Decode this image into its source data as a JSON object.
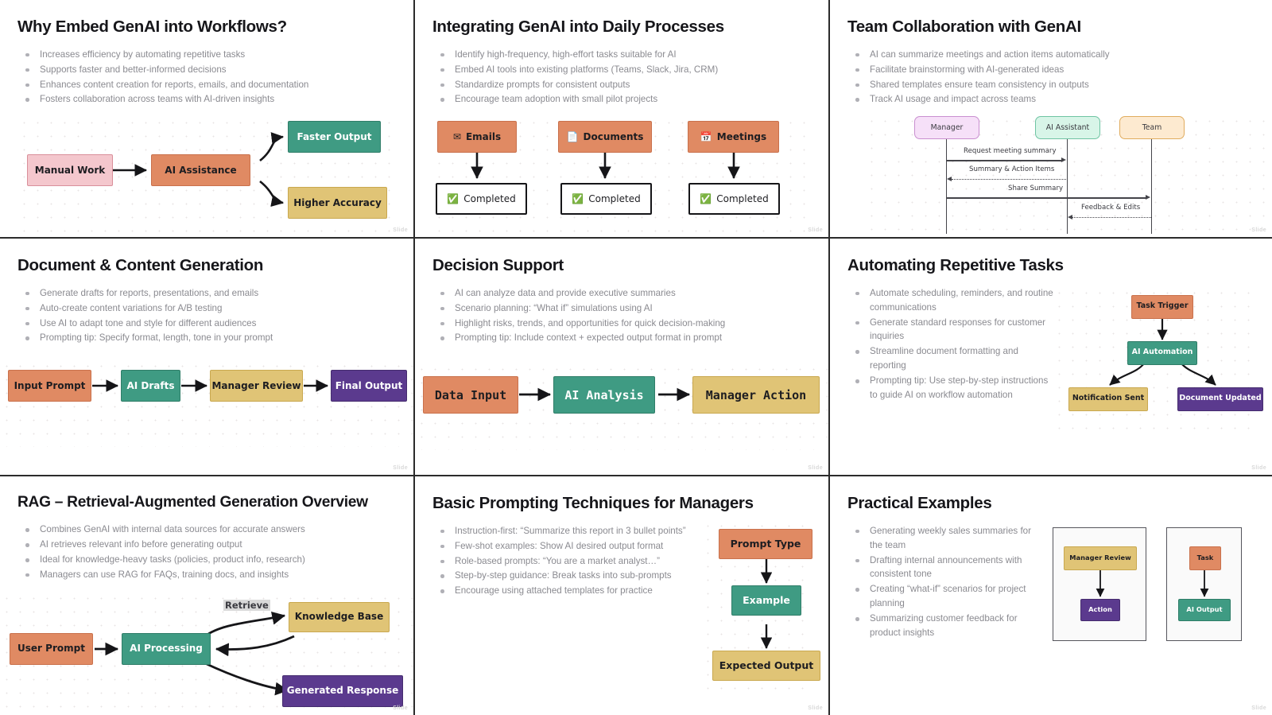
{
  "palette": {
    "orange": "#e08a63",
    "orange_border": "#c9714c",
    "teal": "#3f9b83",
    "teal_border": "#2f7d68",
    "gold": "#e0c476",
    "gold_border": "#c9a84f",
    "purple": "#5b3a8e",
    "purple_border": "#452c6e",
    "pink": "#f4c7cd",
    "pink_border": "#d98f9a",
    "lilac": "#f6e0f8",
    "lilac_border": "#c98fd0",
    "mint": "#d8f5e8",
    "mint_border": "#6fc4a3",
    "cream": "#fdead0",
    "cream_border": "#e0ac5e",
    "white": "#ffffff",
    "ink": "#1d1d21",
    "bullet_text": "#8a8a90",
    "panel_border": "#2b2b2b"
  },
  "watermark": "Slide",
  "slides": [
    {
      "id": "why-embed-genai",
      "title": "Why Embed GenAI into Workflows?",
      "bullets": [
        "Increases efficiency by automating repetitive tasks",
        "Supports faster and better-informed decisions",
        "Enhances content creation for reports, emails, and documentation",
        "Fosters collaboration across teams with AI-driven insights"
      ],
      "diagram": {
        "type": "flow",
        "nodes": [
          {
            "label": "Manual Work",
            "fill": "#f4c7cd",
            "stroke": "#d98f9a",
            "text": "#1d1d21"
          },
          {
            "label": "AI Assistance",
            "fill": "#e08a63",
            "stroke": "#c9714c",
            "text": "#1d1d21"
          },
          {
            "label": "Faster Output",
            "fill": "#3f9b83",
            "stroke": "#2f7d68",
            "text": "#ffffff"
          },
          {
            "label": "Higher Accuracy",
            "fill": "#e0c476",
            "stroke": "#c9a84f",
            "text": "#1d1d21"
          }
        ],
        "edges": [
          {
            "from": "Manual Work",
            "to": "AI Assistance"
          },
          {
            "from": "AI Assistance",
            "to": "Faster Output"
          },
          {
            "from": "AI Assistance",
            "to": "Higher Accuracy"
          }
        ]
      }
    },
    {
      "id": "integrating-genai-daily",
      "title": "Integrating GenAI into Daily Processes",
      "bullets": [
        "Identify high-frequency, high-effort tasks suitable for AI",
        "Embed AI tools into existing platforms (Teams, Slack, Jira, CRM)",
        "Standardize prompts for consistent outputs",
        "Encourage team adoption with small pilot projects"
      ],
      "diagram": {
        "type": "three-column-flow",
        "columns": [
          {
            "source_icon": "envelope-icon",
            "source_glyph": "✉",
            "source_label": "Emails",
            "target_icon": "check-box-icon",
            "target_glyph": "✅",
            "target_label": "Completed"
          },
          {
            "source_icon": "document-icon",
            "source_glyph": "📄",
            "source_label": "Documents",
            "target_icon": "check-box-icon",
            "target_glyph": "✅",
            "target_label": "Completed"
          },
          {
            "source_icon": "calendar-icon",
            "source_glyph": "📅",
            "source_label": "Meetings",
            "target_icon": "check-box-icon",
            "target_glyph": "✅",
            "target_label": "Completed"
          }
        ]
      }
    },
    {
      "id": "team-collaboration",
      "title": "Team Collaboration with GenAI",
      "bullets": [
        "AI can summarize meetings and action items automatically",
        "Facilitate brainstorming with AI-generated ideas",
        "Shared templates ensure team consistency in outputs",
        "Track AI usage and impact across teams"
      ],
      "diagram": {
        "type": "sequence",
        "actors": [
          {
            "label": "Manager",
            "fill": "#f6e0f8",
            "stroke": "#c98fd0"
          },
          {
            "label": "AI Assistant",
            "fill": "#d8f5e8",
            "stroke": "#6fc4a3"
          },
          {
            "label": "Team",
            "fill": "#fdead0",
            "stroke": "#e0ac5e"
          }
        ],
        "messages": [
          {
            "label": "Request meeting summary",
            "from": 0,
            "to": 1,
            "style": "solid"
          },
          {
            "label": "Summary & Action Items",
            "from": 1,
            "to": 0,
            "style": "dotted"
          },
          {
            "label": "Share Summary",
            "from": 0,
            "to": 2,
            "style": "solid"
          },
          {
            "label": "Feedback & Edits",
            "from": 2,
            "to": 1,
            "style": "dotted"
          }
        ]
      }
    },
    {
      "id": "document-content-generation",
      "title": "Document & Content Generation",
      "bullets": [
        "Generate drafts for reports, presentations, and emails",
        "Auto-create content variations for A/B testing",
        "Use AI to adapt tone and style for different audiences",
        "Prompting tip: Specify format, length, tone in your prompt"
      ],
      "diagram": {
        "type": "linear-chain",
        "nodes": [
          {
            "label": "Input Prompt",
            "fill": "#e08a63",
            "stroke": "#c9714c",
            "text": "#1d1d21"
          },
          {
            "label": "AI Drafts",
            "fill": "#3f9b83",
            "stroke": "#2f7d68",
            "text": "#ffffff"
          },
          {
            "label": "Manager Review",
            "fill": "#e0c476",
            "stroke": "#c9a84f",
            "text": "#1d1d21"
          },
          {
            "label": "Final Output",
            "fill": "#5b3a8e",
            "stroke": "#452c6e",
            "text": "#ffffff"
          }
        ]
      }
    },
    {
      "id": "decision-support",
      "title": "Decision Support",
      "bullets": [
        "AI can analyze data and provide executive summaries",
        "Scenario planning: “What if” simulations using AI",
        "Highlight risks, trends, and opportunities for quick decision-making",
        "Prompting tip: Include context + expected output format in prompt"
      ],
      "diagram": {
        "type": "linear-chain",
        "nodes": [
          {
            "label": "Data Input",
            "fill": "#e08a63",
            "stroke": "#c9714c",
            "text": "#1d1d21"
          },
          {
            "label": "AI Analysis",
            "fill": "#3f9b83",
            "stroke": "#2f7d68",
            "text": "#ffffff"
          },
          {
            "label": "Manager Action",
            "fill": "#e0c476",
            "stroke": "#c9a84f",
            "text": "#1d1d21"
          }
        ]
      }
    },
    {
      "id": "automating-repetitive-tasks",
      "title": "Automating Repetitive Tasks",
      "bullets": [
        "Automate scheduling, reminders, and routine communications",
        "Generate standard responses for customer inquiries",
        "Streamline document formatting and reporting",
        "Prompting tip: Use step-by-step instructions to guide AI on workflow automation"
      ],
      "diagram": {
        "type": "tree",
        "nodes": [
          {
            "label": "Task Trigger",
            "fill": "#e08a63",
            "stroke": "#c9714c",
            "text": "#1d1d21"
          },
          {
            "label": "AI Automation",
            "fill": "#3f9b83",
            "stroke": "#2f7d68",
            "text": "#ffffff"
          },
          {
            "label": "Notification Sent",
            "fill": "#e0c476",
            "stroke": "#c9a84f",
            "text": "#1d1d21"
          },
          {
            "label": "Document Updated",
            "fill": "#5b3a8e",
            "stroke": "#452c6e",
            "text": "#ffffff"
          }
        ]
      }
    },
    {
      "id": "rag-overview",
      "title": "RAG – Retrieval-Augmented Generation Overview",
      "bullets": [
        "Combines GenAI with internal data sources for accurate answers",
        "AI retrieves relevant info before generating output",
        "Ideal for knowledge-heavy tasks (policies, product info, research)",
        "Managers can use RAG for FAQs, training docs, and insights"
      ],
      "diagram": {
        "type": "rag",
        "edge_label": "Retrieve",
        "nodes": [
          {
            "label": "User Prompt",
            "fill": "#e08a63",
            "stroke": "#c9714c",
            "text": "#1d1d21"
          },
          {
            "label": "AI Processing",
            "fill": "#3f9b83",
            "stroke": "#2f7d68",
            "text": "#ffffff"
          },
          {
            "label": "Knowledge Base",
            "fill": "#e0c476",
            "stroke": "#c9a84f",
            "text": "#1d1d21"
          },
          {
            "label": "Generated Response",
            "fill": "#5b3a8e",
            "stroke": "#452c6e",
            "text": "#ffffff"
          }
        ]
      }
    },
    {
      "id": "basic-prompting-techniques",
      "title": "Basic Prompting Techniques for Managers",
      "bullets": [
        "Instruction-first: “Summarize this report in 3 bullet points”",
        "Few-shot examples: Show AI desired output format",
        "Role-based prompts: “You are a market analyst…”",
        "Step-by-step guidance: Break tasks into sub-prompts",
        "Encourage using attached templates for practice"
      ],
      "diagram": {
        "type": "vertical-chain",
        "nodes": [
          {
            "label": "Prompt Type",
            "fill": "#e08a63",
            "stroke": "#c9714c",
            "text": "#1d1d21"
          },
          {
            "label": "Example",
            "fill": "#3f9b83",
            "stroke": "#2f7d68",
            "text": "#ffffff"
          },
          {
            "label": "Expected Output",
            "fill": "#e0c476",
            "stroke": "#c9a84f",
            "text": "#1d1d21"
          }
        ]
      }
    },
    {
      "id": "practical-examples",
      "title": "Practical Examples",
      "bullets": [
        "Generating weekly sales summaries for the team",
        "Drafting internal announcements with consistent tone",
        "Creating “what-if” scenarios for project planning",
        "Summarizing customer feedback for product insights"
      ],
      "diagram": {
        "type": "two-mini-panels",
        "panels": [
          {
            "nodes": [
              {
                "label": "Manager Review",
                "fill": "#e0c476",
                "stroke": "#c9a84f",
                "text": "#1d1d21"
              },
              {
                "label": "Action",
                "fill": "#5b3a8e",
                "stroke": "#452c6e",
                "text": "#ffffff"
              }
            ]
          },
          {
            "nodes": [
              {
                "label": "Task",
                "fill": "#e08a63",
                "stroke": "#c9714c",
                "text": "#1d1d21"
              },
              {
                "label": "AI Output",
                "fill": "#3f9b83",
                "stroke": "#2f7d68",
                "text": "#ffffff"
              }
            ]
          }
        ]
      }
    }
  ]
}
